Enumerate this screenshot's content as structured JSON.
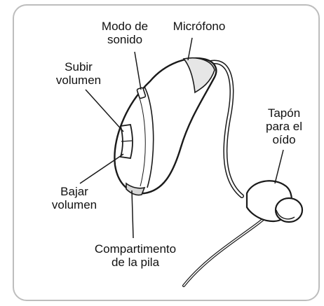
{
  "labels": {
    "sound_mode": "Modo de\nsonido",
    "microphone": "Micrófono",
    "volume_up": "Subir\nvolumen",
    "ear_tip": "Tapón\npara el\noído",
    "volume_down": "Bajar\nvolumen",
    "battery": "Compartimento\nde la pila"
  },
  "colors": {
    "outline": "#1a1a1a",
    "shade": "#e6e6e6",
    "frame": "#bdbdbd"
  }
}
